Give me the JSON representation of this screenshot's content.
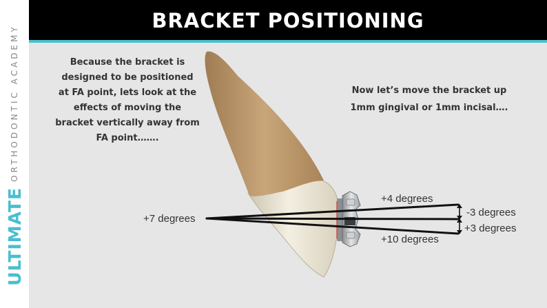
{
  "branding": {
    "name": "ULTIMATE",
    "subtitle": "ORTHODONTIC ACADEMY",
    "accent_color": "#48bfd0"
  },
  "slide": {
    "title": "BRACKET POSITIONING",
    "left_text": "Because the bracket is designed to be positioned at FA point, lets look at the effects of moving the bracket vertically away from FA point…….",
    "right_text": "Now let’s move the bracket up 1mm gingival or 1mm incisal…."
  },
  "figure": {
    "labels": {
      "base": "+7 degrees",
      "upper_line": "+4 degrees",
      "lower_line": "+10 degrees",
      "up_arrow": "-3 degrees",
      "down_arrow": "+3 degrees"
    },
    "icons": [
      "tooth-illustration",
      "bracket-icon",
      "double-arrow-icon"
    ]
  }
}
